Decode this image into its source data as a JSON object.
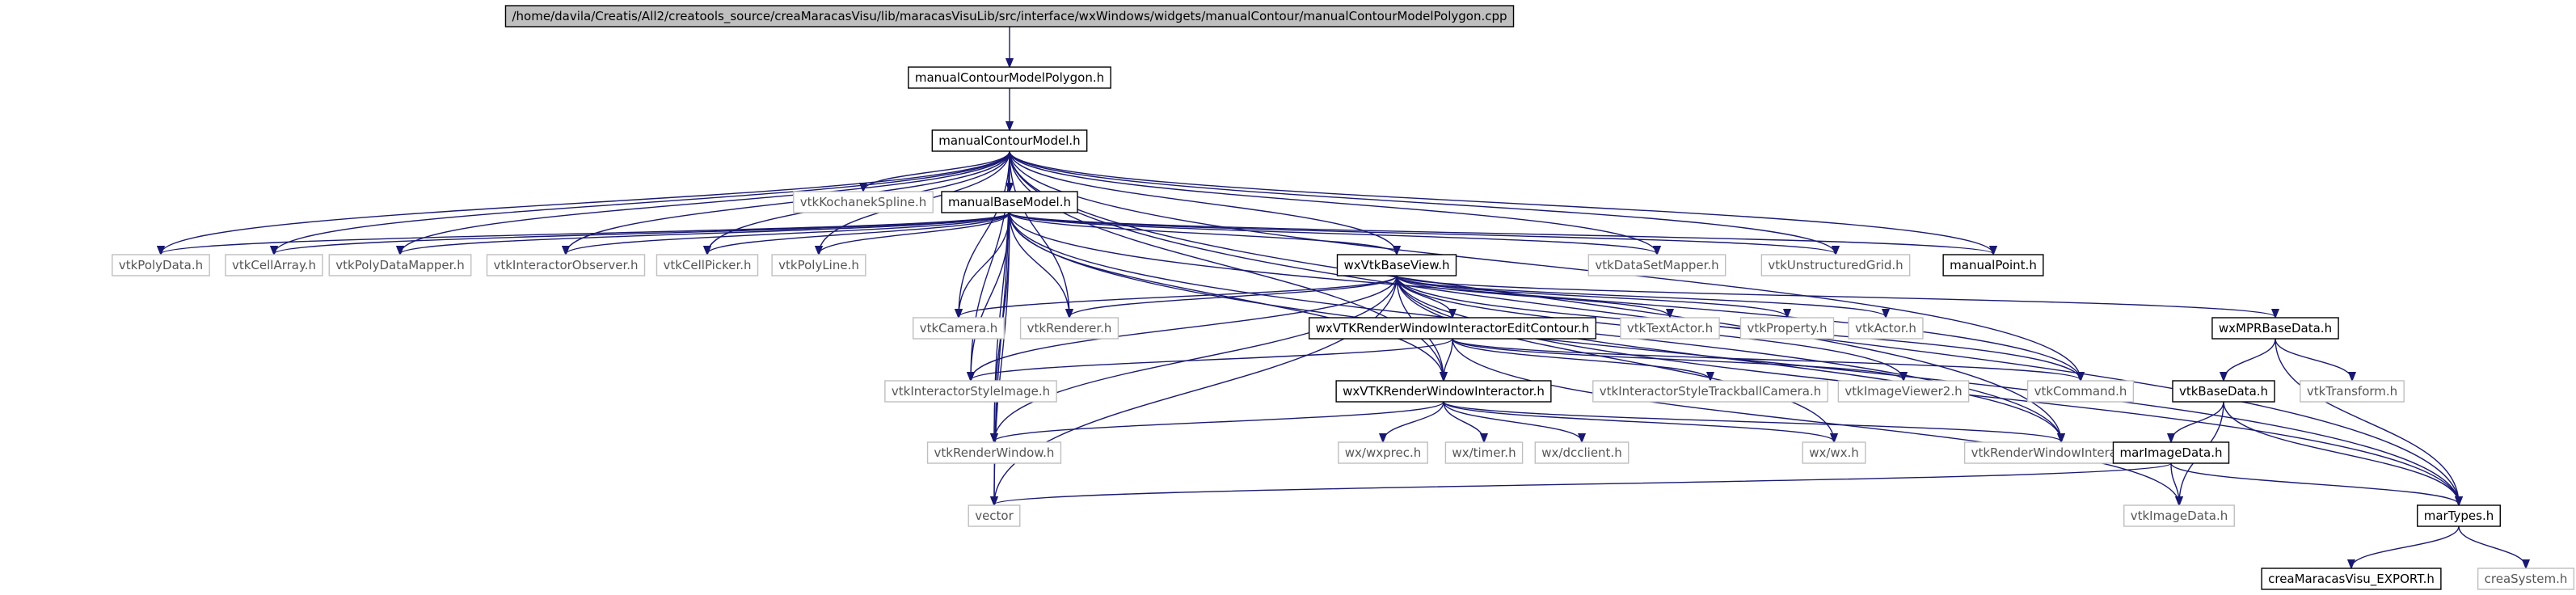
{
  "diagram": {
    "root_label": "/home/davila/Creatis/All2/creatools_source/creaMaracasVisu/lib/maracasVisuLib/src/interface/wxWindows/widgets/manualContour/manualContourModelPolygon.cpp",
    "nodes": [
      {
        "id": "root",
        "label": "/home/davila/Creatis/All2/creatools_source/creaMaracasVisu/lib/maracasVisuLib/src/interface/wxWindows/widgets/manualContour/manualContourModelPolygon.cpp",
        "kind": "root"
      },
      {
        "id": "polygon_h",
        "label": "manualContourModelPolygon.h",
        "kind": "project"
      },
      {
        "id": "model_h",
        "label": "manualContourModel.h",
        "kind": "project"
      },
      {
        "id": "kochanek",
        "label": "vtkKochanekSpline.h",
        "kind": "external"
      },
      {
        "id": "basemodel",
        "label": "manualBaseModel.h",
        "kind": "project"
      },
      {
        "id": "polydata",
        "label": "vtkPolyData.h",
        "kind": "external"
      },
      {
        "id": "cellarray",
        "label": "vtkCellArray.h",
        "kind": "external"
      },
      {
        "id": "polydatamapper",
        "label": "vtkPolyDataMapper.h",
        "kind": "external"
      },
      {
        "id": "interactorobserver",
        "label": "vtkInteractorObserver.h",
        "kind": "external"
      },
      {
        "id": "cellpicker",
        "label": "vtkCellPicker.h",
        "kind": "external"
      },
      {
        "id": "polyline",
        "label": "vtkPolyLine.h",
        "kind": "external"
      },
      {
        "id": "wxvtkbaseview",
        "label": "wxVtkBaseView.h",
        "kind": "project"
      },
      {
        "id": "datasetmapper",
        "label": "vtkDataSetMapper.h",
        "kind": "external"
      },
      {
        "id": "unstructuredgrid",
        "label": "vtkUnstructuredGrid.h",
        "kind": "external"
      },
      {
        "id": "manualpoint",
        "label": "manualPoint.h",
        "kind": "project"
      },
      {
        "id": "camera",
        "label": "vtkCamera.h",
        "kind": "external"
      },
      {
        "id": "renderer",
        "label": "vtkRenderer.h",
        "kind": "external"
      },
      {
        "id": "editcontour",
        "label": "wxVTKRenderWindowInteractorEditContour.h",
        "kind": "project"
      },
      {
        "id": "textactor",
        "label": "vtkTextActor.h",
        "kind": "external"
      },
      {
        "id": "property",
        "label": "vtkProperty.h",
        "kind": "external"
      },
      {
        "id": "actor",
        "label": "vtkActor.h",
        "kind": "external"
      },
      {
        "id": "mprbasedata",
        "label": "wxMPRBaseData.h",
        "kind": "project"
      },
      {
        "id": "styleimage",
        "label": "vtkInteractorStyleImage.h",
        "kind": "external"
      },
      {
        "id": "rwi",
        "label": "wxVTKRenderWindowInteractor.h",
        "kind": "project"
      },
      {
        "id": "trackball",
        "label": "vtkInteractorStyleTrackballCamera.h",
        "kind": "external"
      },
      {
        "id": "imageviewer2",
        "label": "vtkImageViewer2.h",
        "kind": "external"
      },
      {
        "id": "command",
        "label": "vtkCommand.h",
        "kind": "external"
      },
      {
        "id": "vtkbasedata",
        "label": "vtkBaseData.h",
        "kind": "project"
      },
      {
        "id": "transform",
        "label": "vtkTransform.h",
        "kind": "external"
      },
      {
        "id": "renderwindow",
        "label": "vtkRenderWindow.h",
        "kind": "external"
      },
      {
        "id": "wxprec",
        "label": "wx/wxprec.h",
        "kind": "external"
      },
      {
        "id": "timer",
        "label": "wx/timer.h",
        "kind": "external"
      },
      {
        "id": "dcclient",
        "label": "wx/dcclient.h",
        "kind": "external"
      },
      {
        "id": "wxh",
        "label": "wx/wx.h",
        "kind": "external"
      },
      {
        "id": "vtkrwi",
        "label": "vtkRenderWindowInteractor.h",
        "kind": "external"
      },
      {
        "id": "marimagedata",
        "label": "marImageData.h",
        "kind": "project"
      },
      {
        "id": "vector",
        "label": "vector",
        "kind": "external"
      },
      {
        "id": "imagedata",
        "label": "vtkImageData.h",
        "kind": "external"
      },
      {
        "id": "martypes",
        "label": "marTypes.h",
        "kind": "project"
      },
      {
        "id": "export",
        "label": "creaMaracasVisu_EXPORT.h",
        "kind": "project"
      },
      {
        "id": "creasystem",
        "label": "creaSystem.h",
        "kind": "external"
      }
    ],
    "edges": [
      [
        "root",
        "polygon_h"
      ],
      [
        "polygon_h",
        "model_h"
      ],
      [
        "model_h",
        "kochanek"
      ],
      [
        "model_h",
        "basemodel"
      ],
      [
        "model_h",
        "polydata"
      ],
      [
        "model_h",
        "cellarray"
      ],
      [
        "model_h",
        "polydatamapper"
      ],
      [
        "model_h",
        "interactorobserver"
      ],
      [
        "model_h",
        "cellpicker"
      ],
      [
        "model_h",
        "polyline"
      ],
      [
        "model_h",
        "wxvtkbaseview"
      ],
      [
        "model_h",
        "datasetmapper"
      ],
      [
        "model_h",
        "unstructuredgrid"
      ],
      [
        "model_h",
        "manualpoint"
      ],
      [
        "model_h",
        "camera"
      ],
      [
        "model_h",
        "renderer"
      ],
      [
        "model_h",
        "styleimage"
      ],
      [
        "model_h",
        "rwi"
      ],
      [
        "model_h",
        "command"
      ],
      [
        "model_h",
        "vtkrwi"
      ],
      [
        "model_h",
        "renderwindow"
      ],
      [
        "model_h",
        "vector"
      ],
      [
        "model_h",
        "martypes"
      ],
      [
        "basemodel",
        "polydata"
      ],
      [
        "basemodel",
        "cellarray"
      ],
      [
        "basemodel",
        "polydatamapper"
      ],
      [
        "basemodel",
        "interactorobserver"
      ],
      [
        "basemodel",
        "cellpicker"
      ],
      [
        "basemodel",
        "polyline"
      ],
      [
        "basemodel",
        "wxvtkbaseview"
      ],
      [
        "basemodel",
        "datasetmapper"
      ],
      [
        "basemodel",
        "unstructuredgrid"
      ],
      [
        "basemodel",
        "manualpoint"
      ],
      [
        "basemodel",
        "camera"
      ],
      [
        "basemodel",
        "renderer"
      ],
      [
        "basemodel",
        "styleimage"
      ],
      [
        "basemodel",
        "rwi"
      ],
      [
        "basemodel",
        "renderwindow"
      ],
      [
        "basemodel",
        "vector"
      ],
      [
        "basemodel",
        "command"
      ],
      [
        "basemodel",
        "vtkrwi"
      ],
      [
        "basemodel",
        "martypes"
      ],
      [
        "wxvtkbaseview",
        "camera"
      ],
      [
        "wxvtkbaseview",
        "renderer"
      ],
      [
        "wxvtkbaseview",
        "editcontour"
      ],
      [
        "wxvtkbaseview",
        "textactor"
      ],
      [
        "wxvtkbaseview",
        "property"
      ],
      [
        "wxvtkbaseview",
        "actor"
      ],
      [
        "wxvtkbaseview",
        "mprbasedata"
      ],
      [
        "wxvtkbaseview",
        "styleimage"
      ],
      [
        "wxvtkbaseview",
        "rwi"
      ],
      [
        "wxvtkbaseview",
        "imageviewer2"
      ],
      [
        "wxvtkbaseview",
        "command"
      ],
      [
        "wxvtkbaseview",
        "renderwindow"
      ],
      [
        "wxvtkbaseview",
        "vector"
      ],
      [
        "wxvtkbaseview",
        "wxh"
      ],
      [
        "wxvtkbaseview",
        "vtkrwi"
      ],
      [
        "wxvtkbaseview",
        "martypes"
      ],
      [
        "editcontour",
        "styleimage"
      ],
      [
        "editcontour",
        "rwi"
      ],
      [
        "editcontour",
        "trackball"
      ],
      [
        "editcontour",
        "imageviewer2"
      ],
      [
        "editcontour",
        "command"
      ],
      [
        "editcontour",
        "imagedata"
      ],
      [
        "rwi",
        "renderwindow"
      ],
      [
        "rwi",
        "wxprec"
      ],
      [
        "rwi",
        "timer"
      ],
      [
        "rwi",
        "dcclient"
      ],
      [
        "rwi",
        "wxh"
      ],
      [
        "rwi",
        "vtkrwi"
      ],
      [
        "mprbasedata",
        "vtkbasedata"
      ],
      [
        "mprbasedata",
        "transform"
      ],
      [
        "mprbasedata",
        "martypes"
      ],
      [
        "vtkbasedata",
        "marimagedata"
      ],
      [
        "vtkbasedata",
        "imagedata"
      ],
      [
        "vtkbasedata",
        "martypes"
      ],
      [
        "marimagedata",
        "vector"
      ],
      [
        "marimagedata",
        "imagedata"
      ],
      [
        "marimagedata",
        "martypes"
      ],
      [
        "martypes",
        "export"
      ],
      [
        "martypes",
        "creasystem"
      ]
    ]
  }
}
